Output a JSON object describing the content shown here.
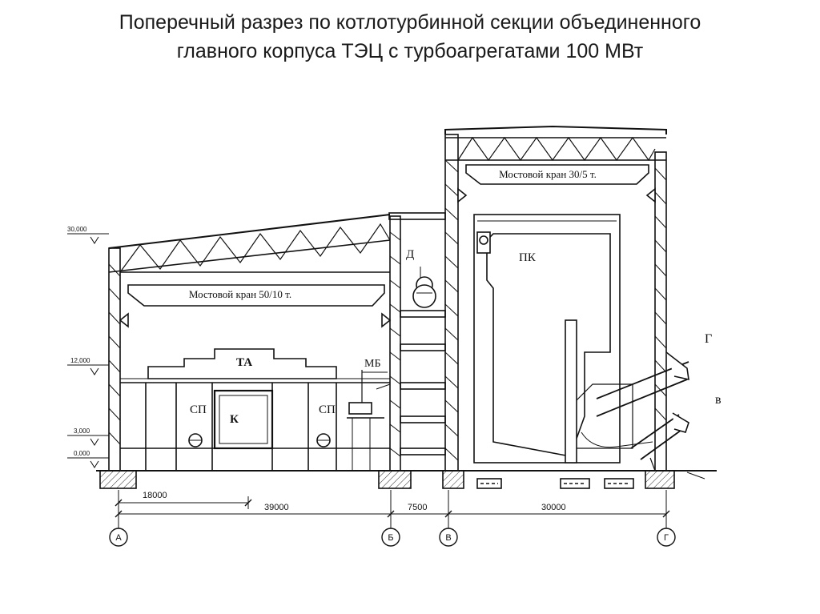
{
  "title": {
    "line1": "Поперечный разрез по котлотурбинной секции объединенного",
    "line2": "главного корпуса ТЭЦ  с турбоагрегатами 100 МВт"
  },
  "diagram": {
    "crane_turbine_hall": "Мостовой кран 50/10 т.",
    "crane_boiler_hall": "Мостовой кран 30/5 т.",
    "turbine_unit": "ТА",
    "condenser": "К",
    "heater_left": "СП",
    "heater_right": "СП",
    "oil_tank": "МБ",
    "deaerator": "Д",
    "boiler": "ПК",
    "duct_g": "Г",
    "duct_v": "в",
    "elevations": [
      "30,000",
      "12,000",
      "3,000",
      "0,000"
    ],
    "dimensions": {
      "turbine_bay_half": "18000",
      "turbine_bay": "39000",
      "deaerator_bay": "7500",
      "boiler_bay": "30000"
    },
    "axes": [
      "А",
      "Б",
      "В",
      "Г"
    ]
  }
}
